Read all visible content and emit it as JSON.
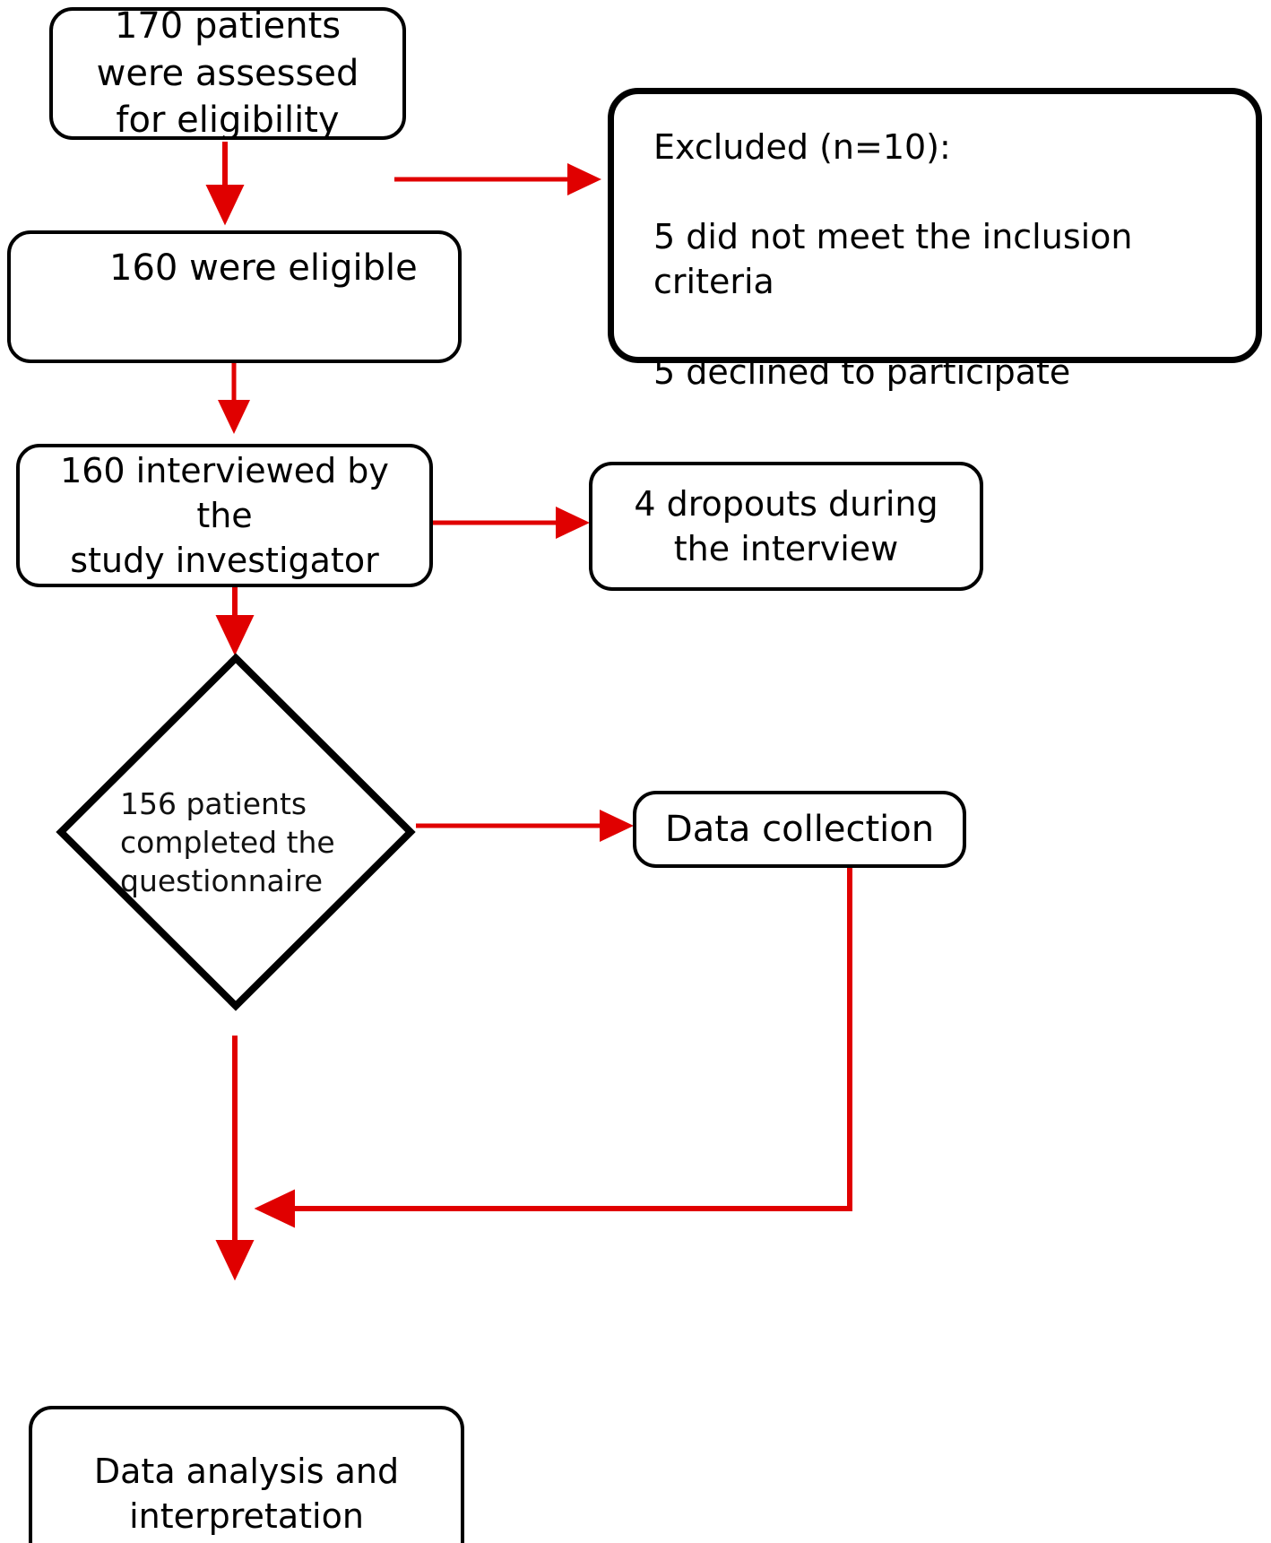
{
  "diagram": {
    "title": "Study participant flow diagram",
    "type": "flowchart",
    "colors": {
      "node_border": "#000000",
      "node_fill": "#ffffff",
      "connector": "#e00000",
      "text": "#111111"
    },
    "nodes": [
      {
        "id": "assessed",
        "shape": "rounded-rectangle",
        "text": "170 patients\nwere assessed\nfor eligibility"
      },
      {
        "id": "excluded",
        "shape": "rounded-rectangle",
        "text": "Excluded (n=10):\n\n5 did not meet the inclusion\ncriteria\n\n5 declined to participate"
      },
      {
        "id": "eligible",
        "shape": "rounded-rectangle",
        "text": "160 were eligible"
      },
      {
        "id": "interviewed",
        "shape": "rounded-rectangle",
        "text": "160 interviewed by the\nstudy investigator"
      },
      {
        "id": "dropouts",
        "shape": "rounded-rectangle",
        "text": "4 dropouts during\nthe interview"
      },
      {
        "id": "completed",
        "shape": "diamond",
        "text": "156 patients\ncompleted the\nquestionnaire"
      },
      {
        "id": "data-collection",
        "shape": "rounded-rectangle",
        "text": "Data collection"
      },
      {
        "id": "analysis",
        "shape": "rounded-rectangle",
        "text": "Data analysis and\ninterpretation"
      }
    ],
    "edges": [
      {
        "id": "assessed-to-eligible",
        "from": "assessed",
        "to": "eligible",
        "direction": "down"
      },
      {
        "id": "assessed-to-excluded",
        "from": "assessed",
        "to": "excluded",
        "direction": "right"
      },
      {
        "id": "eligible-to-interviewed",
        "from": "eligible",
        "to": "interviewed",
        "direction": "down"
      },
      {
        "id": "interviewed-to-dropouts",
        "from": "interviewed",
        "to": "dropouts",
        "direction": "right"
      },
      {
        "id": "interviewed-to-completed",
        "from": "interviewed",
        "to": "completed",
        "direction": "down"
      },
      {
        "id": "completed-to-data-collection",
        "from": "completed",
        "to": "data-collection",
        "direction": "right"
      },
      {
        "id": "data-collection-to-analysis",
        "from": "data-collection",
        "to": "analysis",
        "direction": "left-down"
      },
      {
        "id": "completed-to-analysis",
        "from": "completed",
        "to": "analysis",
        "direction": "down"
      }
    ]
  }
}
